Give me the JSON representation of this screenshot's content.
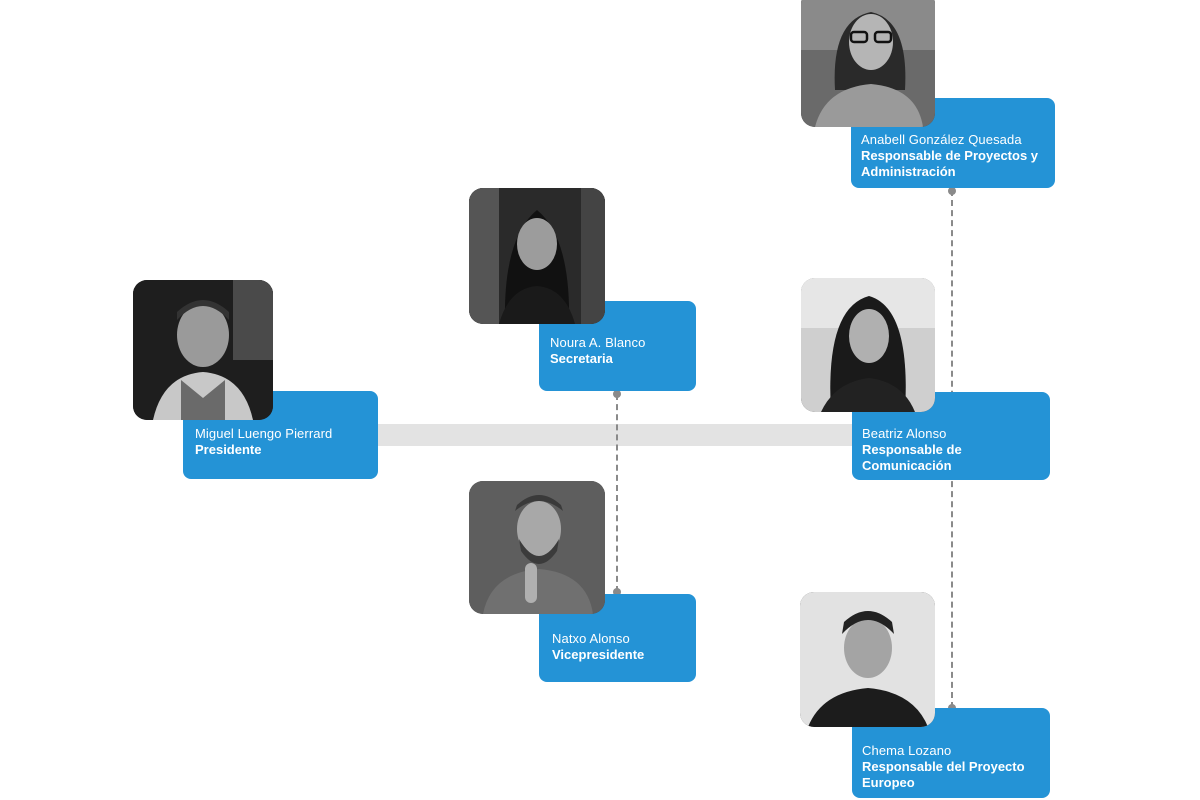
{
  "colors": {
    "card_bg": "#2493d6",
    "card_text": "#ffffff",
    "connector": "#e3e3e3",
    "dashed_line": "#8a8a8a"
  },
  "members": {
    "president": {
      "name": "Miguel Luengo Pierrard",
      "role": "Presidente",
      "photo": "portrait-man-talking"
    },
    "secretary": {
      "name": "Noura A. Blanco",
      "role": "Secretaria",
      "photo": "portrait-woman-looking-up"
    },
    "vicepresident": {
      "name": "Natxo Alonso",
      "role": "Vicepresidente",
      "photo": "portrait-bearded-man-thinking"
    },
    "projects": {
      "name": "Anabell González Quesada",
      "role": "Responsable de Proyectos y Administración",
      "photo": "portrait-woman-glasses"
    },
    "communication": {
      "name": "Beatriz Alonso",
      "role": "Responsable de Comunicación",
      "photo": "portrait-woman-dark-hair"
    },
    "european": {
      "name": "Chema Lozano",
      "role": "Responsable del Proyecto Europeo",
      "photo": "portrait-young-man-smiling"
    }
  }
}
